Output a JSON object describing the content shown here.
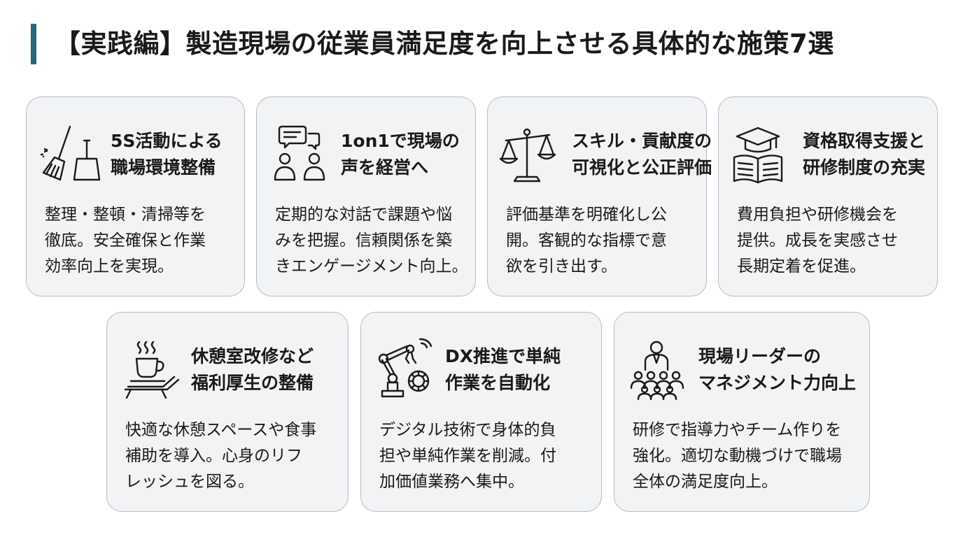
{
  "title": "【実践編】製造現場の従業員満足度を向上させる具体的な施策7選",
  "cards": [
    {
      "icon": "broom-dustpan-icon",
      "title1": "5S活動による",
      "title2": "職場環境整備",
      "desc": [
        "整理・整頓・清掃等を",
        "徹底。安全確保と作業",
        "効率向上を実現。"
      ]
    },
    {
      "icon": "chat-people-icon",
      "title1": "1on1で現場の",
      "title2": "声を経営へ",
      "desc": [
        "定期的な対話で課題や悩",
        "みを把握。信頼関係を築",
        "きエンゲージメント向上。"
      ]
    },
    {
      "icon": "balance-scale-icon",
      "title1": "スキル・貢献度の",
      "title2": "可視化と公正評価",
      "desc": [
        "評価基準を明確化し公",
        "開。客観的な指標で意",
        "欲を引き出す。"
      ]
    },
    {
      "icon": "graduation-book-icon",
      "title1": "資格取得支援と",
      "title2": "研修制度の充実",
      "desc": [
        "費用負担や研修機会を",
        "提供。成長を実感させ",
        "長期定着を促進。"
      ]
    },
    {
      "icon": "coffee-lounge-icon",
      "title1": "休憩室改修など",
      "title2": "福利厚生の整備",
      "desc": [
        "快適な休憩スペースや食事",
        "補助を導入。心身のリフ",
        "レッシュを図る。"
      ]
    },
    {
      "icon": "robot-arm-gear-icon",
      "title1": "DX推進で単純",
      "title2": "作業を自動化",
      "desc": [
        "デジタル技術で身体的負",
        "担や単純作業を削減。付",
        "加価値業務へ集中。"
      ]
    },
    {
      "icon": "leader-team-icon",
      "title1": "現場リーダーの",
      "title2": "マネジメント力向上",
      "desc": [
        "研修で指導力やチーム作りを",
        "強化。適切な動機づけで職場",
        "全体の満足度向上。"
      ]
    }
  ]
}
